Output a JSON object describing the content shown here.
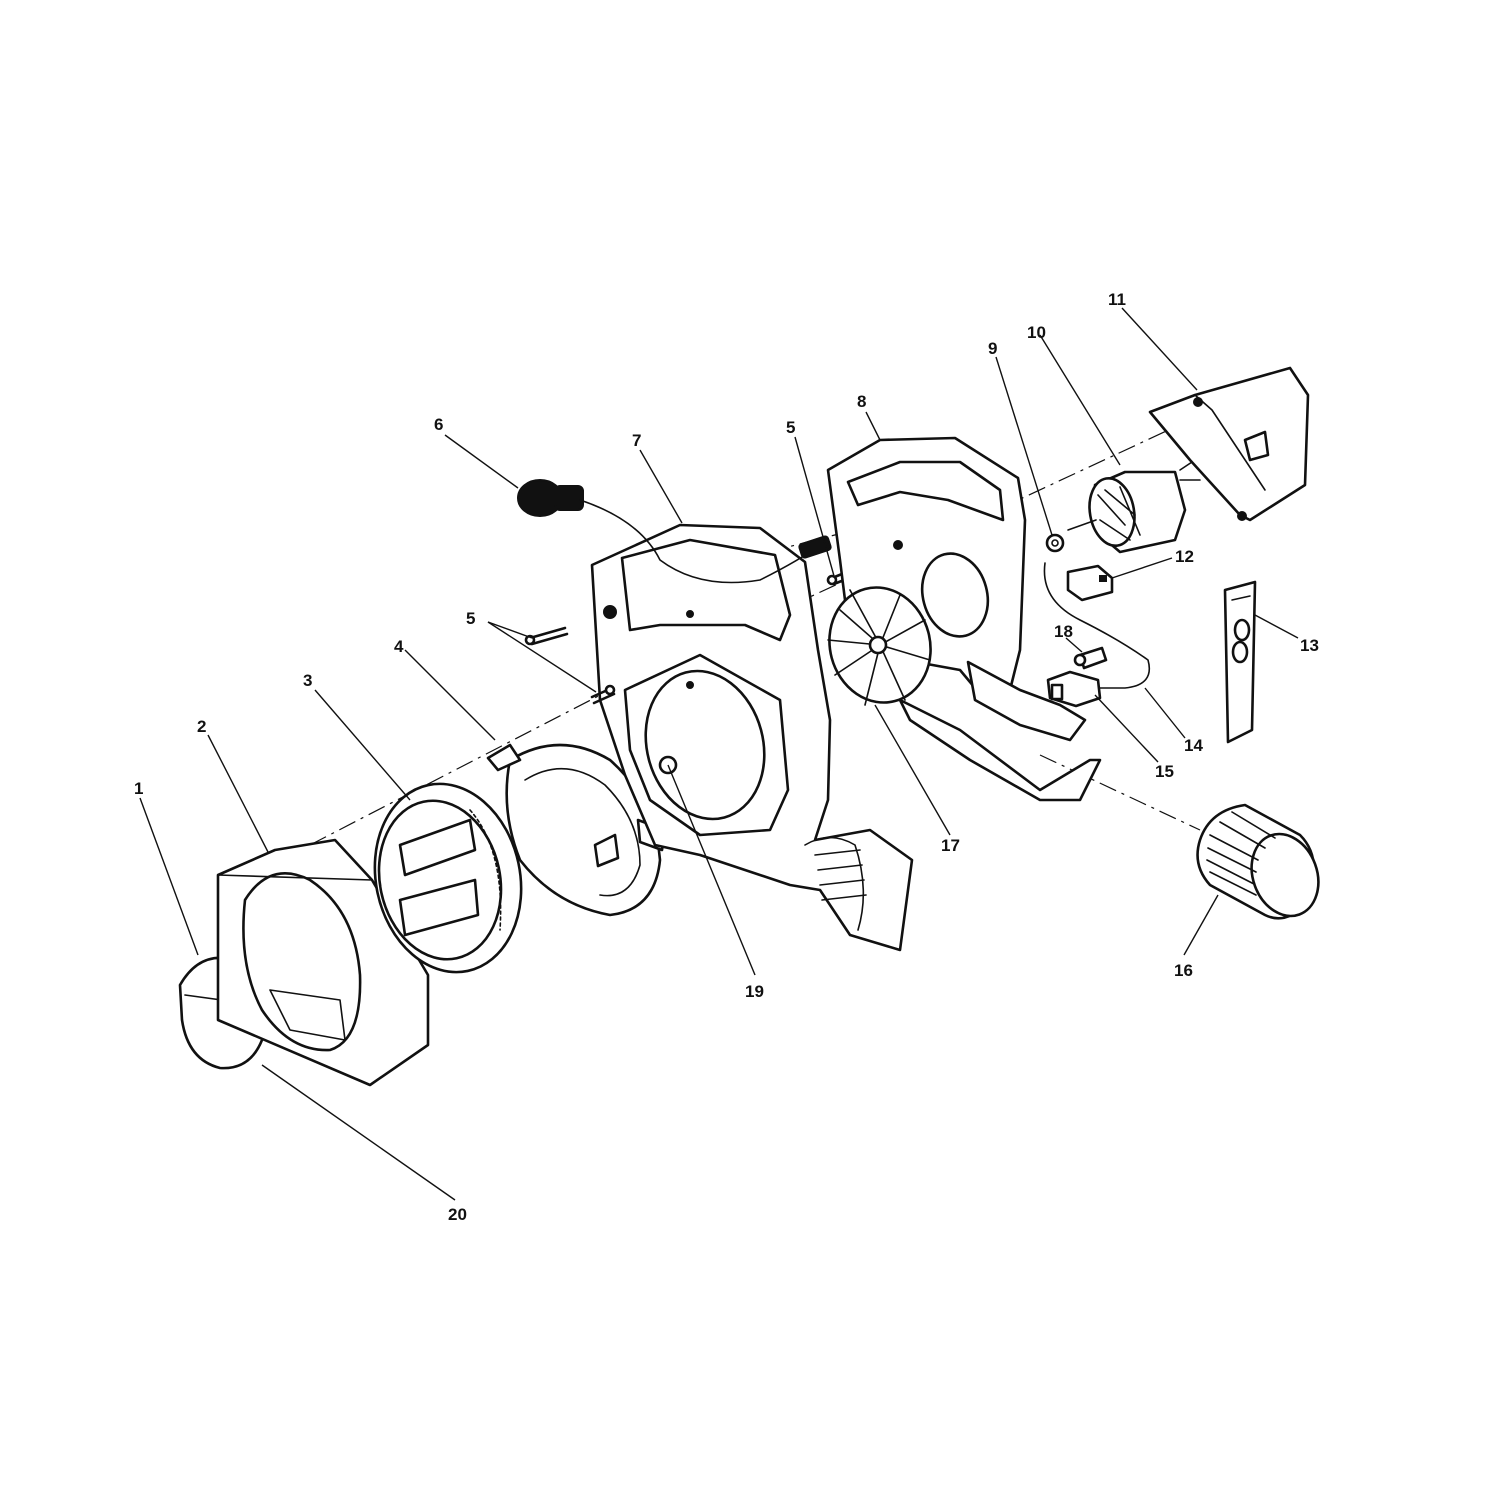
{
  "callouts": {
    "c1": "1",
    "c2": "2",
    "c3": "3",
    "c4": "4",
    "c5a": "5",
    "c5b": "5",
    "c6": "6",
    "c7": "7",
    "c8": "8",
    "c9": "9",
    "c10": "10",
    "c11": "11",
    "c12": "12",
    "c13": "13",
    "c14": "14",
    "c15": "15",
    "c16": "16",
    "c17": "17",
    "c18": "18",
    "c19": "19",
    "c20": "20"
  }
}
